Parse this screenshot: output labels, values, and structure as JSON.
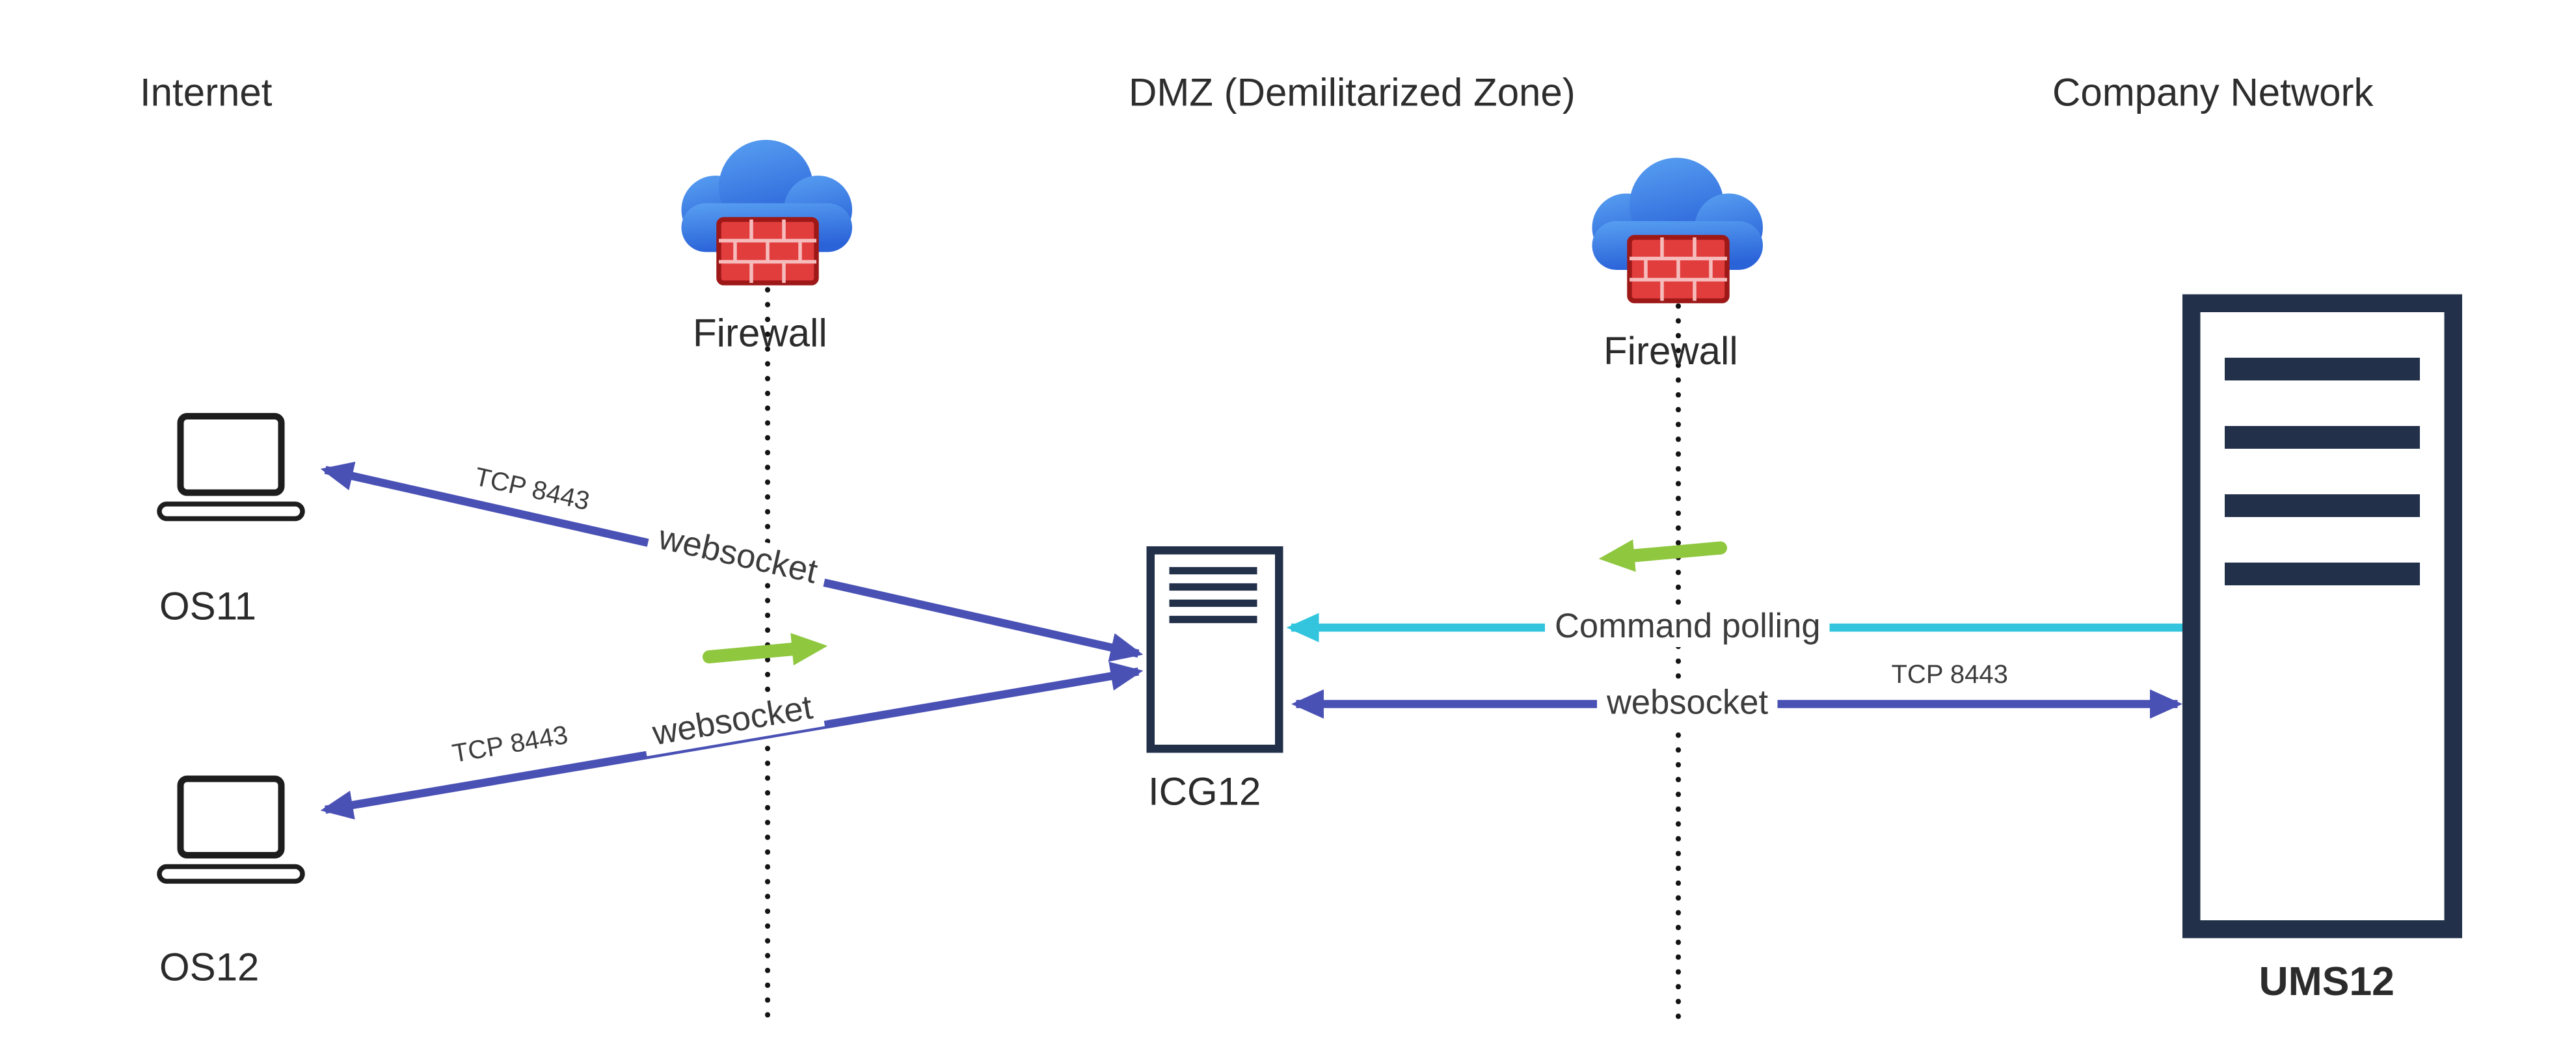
{
  "zones": {
    "internet": "Internet",
    "dmz": "DMZ (Demilitarized Zone)",
    "company": "Company Network"
  },
  "nodes": {
    "os11": "OS11",
    "os12": "OS12",
    "icg12": "ICG12",
    "ums12": "UMS12",
    "firewall_left": "Firewall",
    "firewall_right": "Firewall"
  },
  "links": {
    "os11_protocol": "TCP 8443",
    "os11_type": "websocket",
    "os12_type": "websocket",
    "os12_protocol": "TCP 8443",
    "command_polling": "Command polling",
    "ums_type": "websocket",
    "ums_protocol": "TCP 8443"
  },
  "colors": {
    "websocket_arrow": "#4a51b5",
    "command_polling_arrow": "#33c5de",
    "firewall_pass_arrow": "#8fc73e",
    "node_outline": "#22304a",
    "laptop_outline": "#1d1d1d",
    "firewall_cloud_top": "#58a0f2",
    "firewall_cloud_bottom": "#2a62d8",
    "firewall_brick": "#e23d3d",
    "text": "#333333",
    "background": "#ffffff"
  }
}
